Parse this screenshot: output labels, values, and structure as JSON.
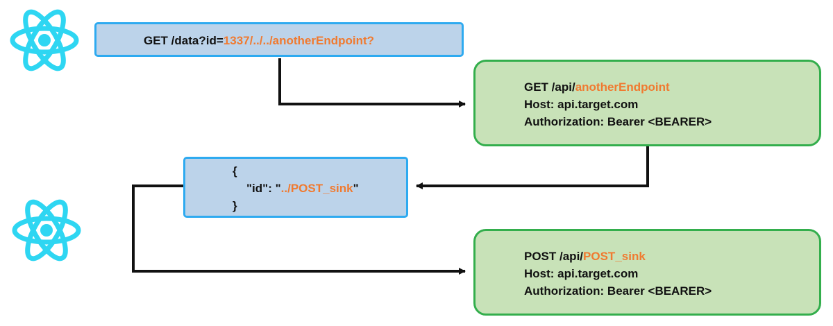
{
  "diagram": {
    "request_box": {
      "prefix": "GET /data?id=",
      "payload": "1337/../../anotherEndpoint?"
    },
    "response_box_1": {
      "line1_prefix": "GET /api/",
      "line1_highlight": "anotherEndpoint",
      "host": "Host: api.target.com",
      "auth": "Authorization: Bearer <BEARER>"
    },
    "json_box": {
      "open": "{",
      "key_prefix": "\"id\": \"",
      "value": "../POST_sink",
      "key_suffix": "\"",
      "close": "}"
    },
    "response_box_2": {
      "line1_prefix": "POST /api/",
      "line1_highlight": "POST_sink",
      "host": "Host: api.target.com",
      "auth": "Authorization: Bearer <BEARER>"
    }
  },
  "colors": {
    "highlight": "#f07a30",
    "blue_fill": "#bcd3ea",
    "blue_border": "#2eaaf0",
    "green_fill": "#c8e2b8",
    "green_border": "#33ae4c",
    "react_icon": "#2ed6f2"
  },
  "icons": [
    "react-logo-icon",
    "react-logo-icon"
  ]
}
